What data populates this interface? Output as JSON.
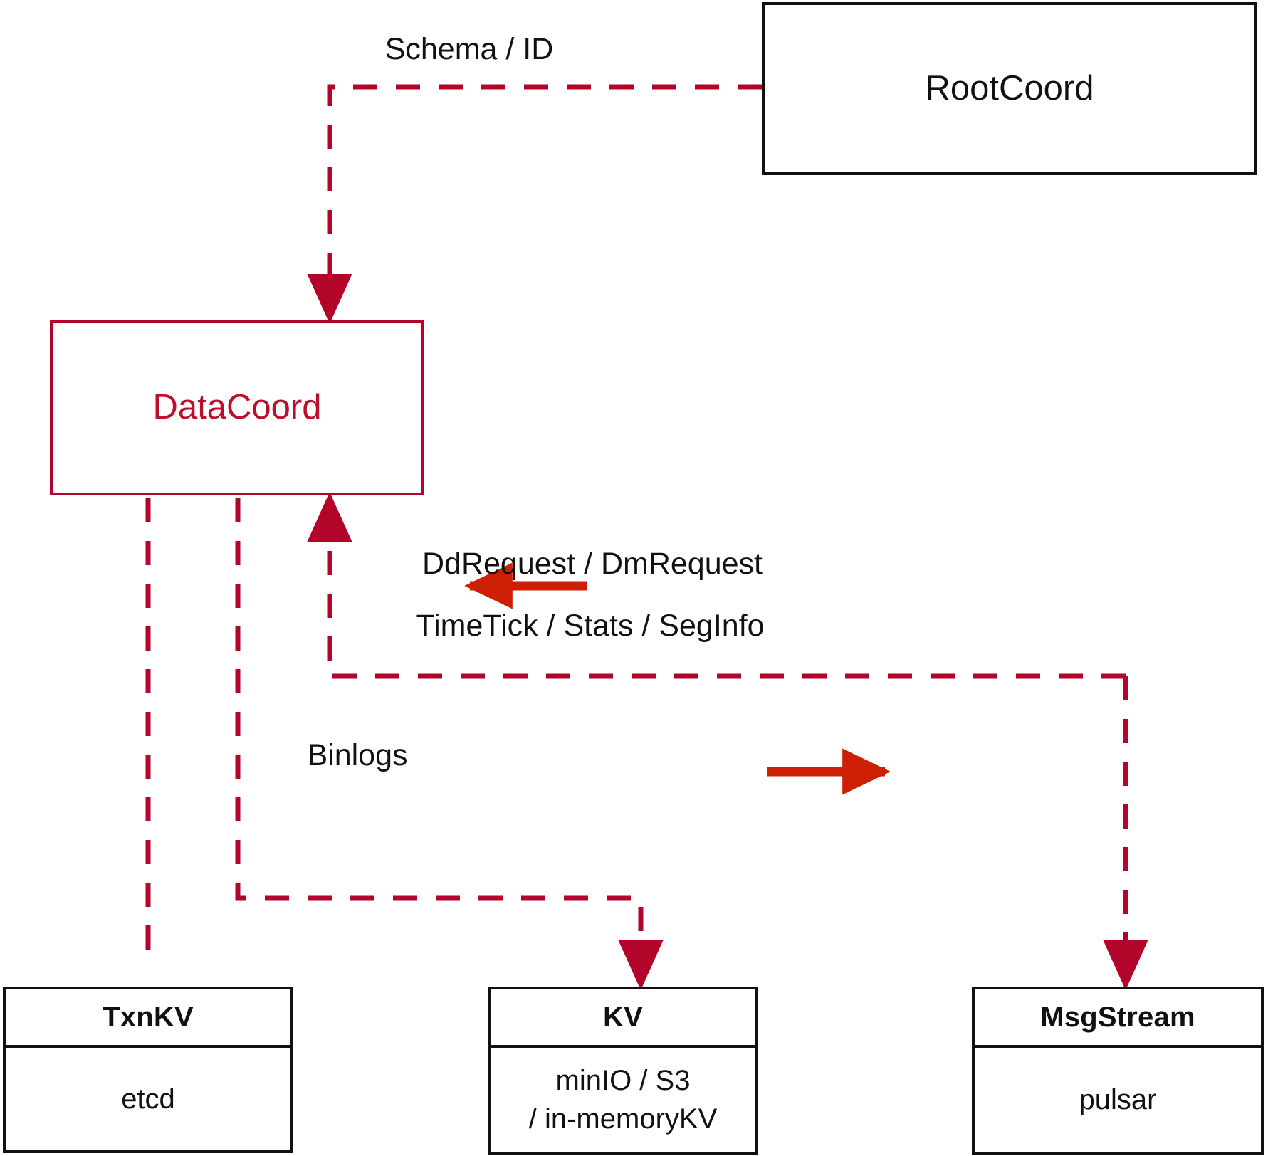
{
  "diagram": {
    "title": "DataCoord component dependency diagram",
    "colors": {
      "accent_red": "#bd0f2d",
      "dash_red": "#b3052a",
      "solid_arrow_red": "#cc1f06",
      "box_black": "#111111",
      "background": "#ffffff"
    },
    "nodes": {
      "root_coord": {
        "label": "RootCoord"
      },
      "data_coord": {
        "label": "DataCoord"
      },
      "txn_kv": {
        "title": "TxnKV",
        "body": [
          "etcd"
        ]
      },
      "kv": {
        "title": "KV",
        "body": [
          "minIO / S3",
          "/ in-memoryKV"
        ]
      },
      "msg_stream": {
        "title": "MsgStream",
        "body": [
          "pulsar"
        ]
      }
    },
    "edge_labels": {
      "schema_id": "Schema / ID",
      "dd_dm_request": "DdRequest / DmRequest",
      "timetick_stats_seginfo": "TimeTick / Stats / SegInfo",
      "binlogs": "Binlogs"
    }
  }
}
